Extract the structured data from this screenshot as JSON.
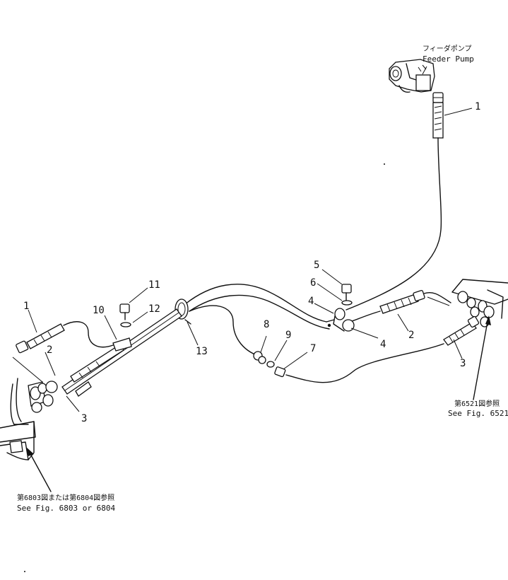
{
  "callouts": {
    "feeder_pump_jp": "フィーダポンプ",
    "feeder_pump_en": "Feeder Pump",
    "ref_left_jp": "第6803図または第6804図参照",
    "ref_left_en": "See Fig. 6803 or 6804",
    "ref_right_jp": "第6521図参照",
    "ref_right_en": "See Fig. 6521"
  },
  "part_numbers": {
    "p1_top": "1",
    "p1_left": "1",
    "p2_right": "2",
    "p2_left": "2",
    "p3_right": "3",
    "p3_left": "3",
    "p4_a": "4",
    "p4_b": "4",
    "p5": "5",
    "p6": "6",
    "p7": "7",
    "p8": "8",
    "p9": "9",
    "p10": "10",
    "p11": "11",
    "p12": "12",
    "p13": "13"
  }
}
